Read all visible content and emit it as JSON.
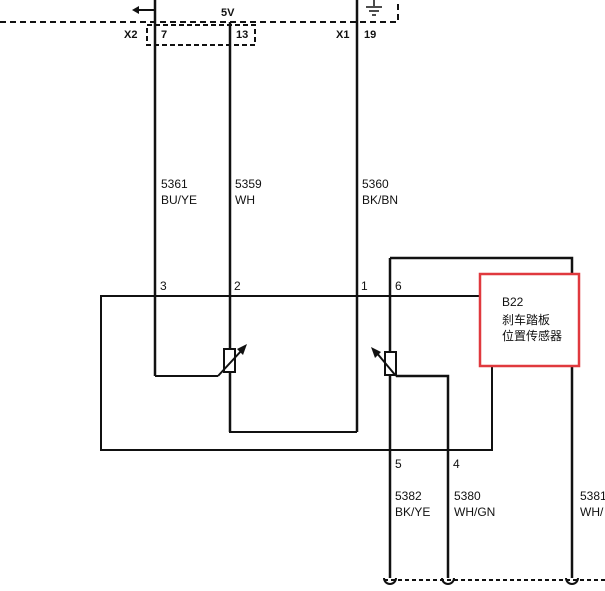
{
  "top": {
    "supply": "5V",
    "conn_left": "X2",
    "conn_right": "X1",
    "pin_7": "7",
    "pin_13": "13",
    "pin_19": "19"
  },
  "wires": {
    "w5361": {
      "code": "5361",
      "color": "BU/YE"
    },
    "w5359": {
      "code": "5359",
      "color": "WH"
    },
    "w5360": {
      "code": "5360",
      "color": "BK/BN"
    },
    "w5382": {
      "code": "5382",
      "color": "BK/YE"
    },
    "w5380": {
      "code": "5380",
      "color": "WH/GN"
    },
    "w5381": {
      "code": "5381",
      "color": "WH/"
    }
  },
  "sensor": {
    "pin_3": "3",
    "pin_2": "2",
    "pin_1": "1",
    "pin_6": "6",
    "pin_5": "5",
    "pin_4": "4",
    "id": "B22",
    "name_line1": "刹车踏板",
    "name_line2": "位置传感器",
    "highlight_color": "#e0393e"
  }
}
